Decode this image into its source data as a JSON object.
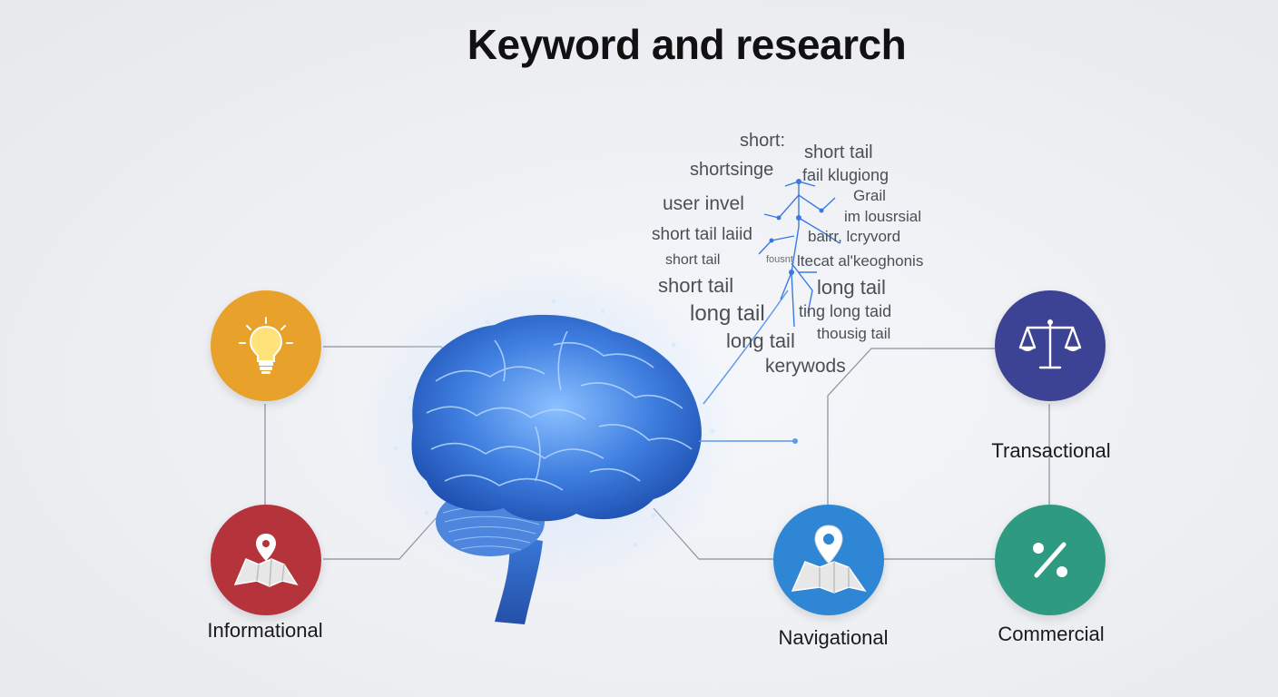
{
  "title": "Keyword and research",
  "nodes": {
    "informational": {
      "label": "Informational",
      "color": "#e8a12a",
      "icon": "lightbulb-icon"
    },
    "info_map": {
      "color": "#b5343c",
      "icon": "map-pin-icon"
    },
    "navigational": {
      "label": "Navigational",
      "color": "#2f86d4",
      "icon": "map-pin-icon"
    },
    "transactional": {
      "label": "Transactional",
      "color": "#3d4394",
      "icon": "scales-icon"
    },
    "commercial": {
      "label": "Commercial",
      "color": "#2f9a82",
      "icon": "percent-icon"
    }
  },
  "keywords": [
    "short:",
    "short tail",
    "shortsinge",
    "fail klugiong",
    "user invel",
    "Grail",
    "im lousrsial",
    "short tail laiid",
    "bairr, lcryvord",
    "short tail",
    "fousnt",
    "ltecat al'keoghonis",
    "short tail",
    "long tail",
    "long tail",
    "ting long taid",
    "long tail",
    "thousig tail",
    "kerywods"
  ],
  "brain": {
    "color": "#3f7fe0",
    "glow": "#7fb8ff"
  }
}
